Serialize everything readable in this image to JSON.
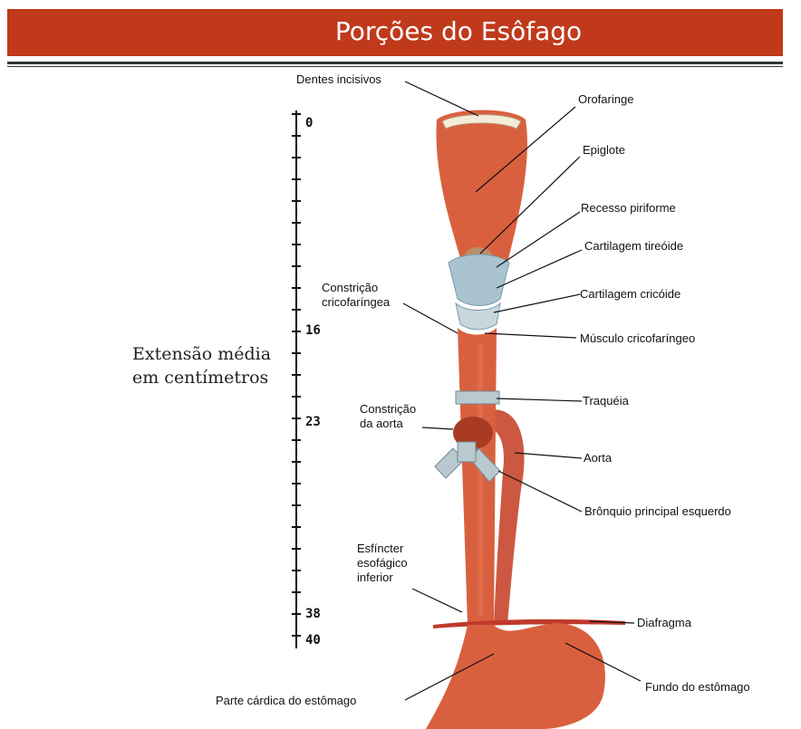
{
  "title": "Porções do Esôfago",
  "scale": {
    "label_line1": "Extensão média",
    "label_line2": "em centímetros",
    "ticks": [
      "0",
      "16",
      "23",
      "38",
      "40"
    ]
  },
  "labels": {
    "dentes": "Dentes incisivos",
    "orofaringe": "Orofaringe",
    "epiglote": "Epiglote",
    "recesso": "Recesso piriforme",
    "tireoide": "Cartilagem tireóide",
    "constricao_crico_1": "Constrição",
    "constricao_crico_2": "cricofaríngea",
    "cricoide": "Cartilagem cricóide",
    "musculo": "Músculo cricofaríngeo",
    "traqueia": "Traquéia",
    "constricao_aorta_1": "Constrição",
    "constricao_aorta_2": "da aorta",
    "aorta": "Aorta",
    "bronquio": "Brônquio principal esquerdo",
    "esfincter_1": "Esfíncter",
    "esfincter_2": "esofágico",
    "esfincter_3": "inferior",
    "diafragma": "Diafragma",
    "fundo": "Fundo do estômago",
    "parte_cardica": "Parte cárdica do estômago"
  },
  "colors": {
    "banner": "#c0391b",
    "tissue": "#d9603f",
    "tissue_dark": "#a83b22",
    "cartilage": "#a9c3cf"
  }
}
